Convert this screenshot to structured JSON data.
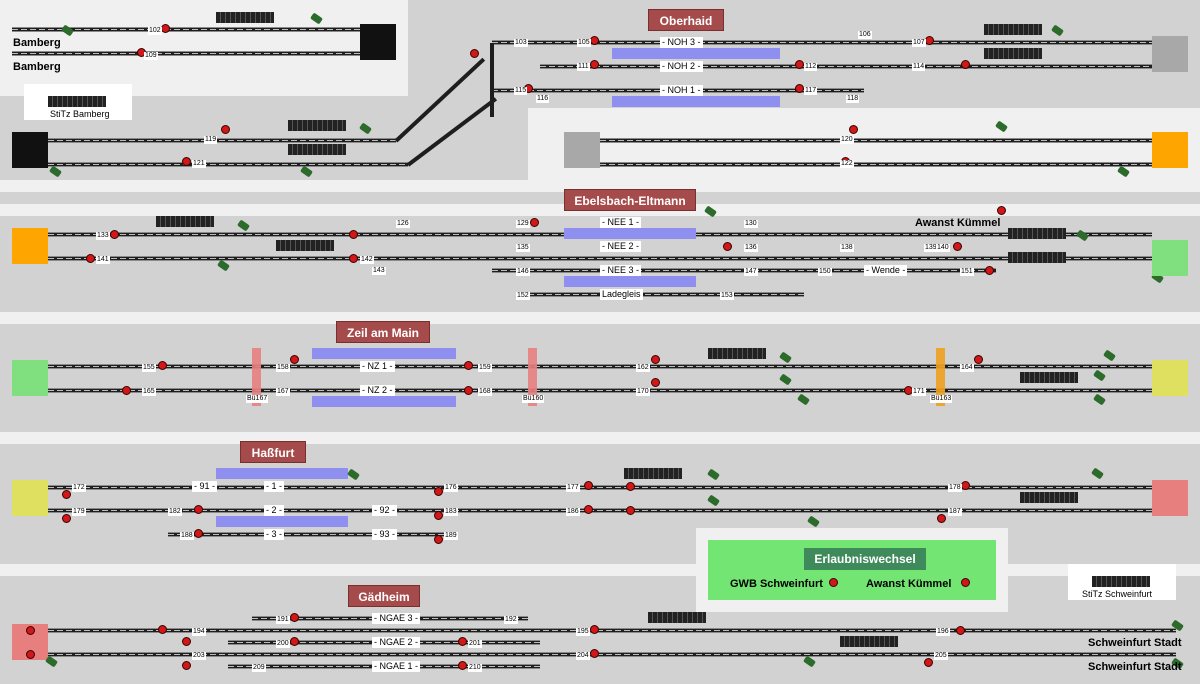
{
  "stations": {
    "oberhaid": "Oberhaid",
    "ebelsbach": "Ebelsbach-Eltmann",
    "zeil": "Zeil am Main",
    "hassfurt": "Haßfurt",
    "gaedheim": "Gädheim"
  },
  "bamberg_labels": [
    "Bamberg",
    "Bamberg"
  ],
  "stitz_bamberg": "StiTz Bamberg",
  "stitz_schweinfurt": "StiTz Schweinfurt",
  "track_labels": {
    "noh3": "- NOH 3 -",
    "noh2": "- NOH 2 -",
    "noh1": "- NOH 1 -",
    "nee1": "- NEE 1 -",
    "nee2": "- NEE 2 -",
    "nee3": "- NEE 3 -",
    "wende": "- Wende -",
    "ladegleis": "Ladegleis",
    "nz1": "- NZ 1 -",
    "nz2": "- NZ 2 -",
    "h91": "- 91 -",
    "h1": "- 1 -",
    "h2": "- 2 -",
    "h92": "- 92 -",
    "h3": "- 3 -",
    "h93": "- 93 -",
    "ngae3": "- NGAE 3 -",
    "ngae2": "- NGAE 2 -",
    "ngae1": "- NGAE 1 -"
  },
  "awanst_kuemmel": "Awanst Kümmel",
  "erlaubniswechsel": {
    "title": "Erlaubniswechsel",
    "left": "GWB Schweinfurt",
    "right": "Awanst Kümmel"
  },
  "schweinfurt_labels": [
    "Schweinfurt Stadt",
    "Schweinfurt Stadt"
  ],
  "signal_numbers": {
    "s102": "102",
    "s109": "109",
    "s103": "103",
    "s105": "105",
    "s111": "111",
    "s115": "115",
    "s116": "116",
    "s106": "106",
    "s107": "107",
    "s112": "112",
    "s117": "117",
    "s114": "114",
    "s118": "118",
    "s119": "119",
    "s121": "121",
    "s120": "120",
    "s122": "122",
    "s126": "126",
    "s133": "133",
    "s141": "141",
    "s142": "142",
    "s143": "143",
    "s129": "129",
    "s135": "135",
    "s146": "146",
    "s130": "130",
    "s136": "136",
    "s147": "147",
    "s138": "138",
    "s139": "139",
    "s140": "140",
    "s150": "150",
    "s151": "151",
    "s152": "152",
    "s153": "153",
    "s155": "155",
    "s165": "165",
    "s158": "158",
    "s167": "167",
    "s159": "159",
    "s168": "168",
    "s162": "162",
    "s170": "170",
    "s164": "164",
    "s171": "171",
    "bue167": "Bü167",
    "bue160": "Bü160",
    "bue163": "Bü163",
    "s172": "172",
    "s179": "179",
    "s182": "182",
    "s188": "188",
    "s176": "176",
    "s183": "183",
    "s189": "189",
    "s177": "177",
    "s186": "186",
    "s178": "178",
    "s187": "187",
    "s194": "194",
    "s203": "203",
    "s200": "200",
    "s209": "209",
    "s191": "191",
    "s201": "201",
    "s210": "210",
    "s192": "192",
    "s195": "195",
    "s204": "204",
    "s196": "196",
    "s205": "205"
  },
  "colors": {
    "background": "#d2d2d2",
    "band": "#f0f0f0",
    "title": "#a64b4b",
    "signal_red": "#d01818",
    "platform": "#8f8ff0",
    "erlaubnis_bg": "#73e573",
    "exit_orange": "#ffa500",
    "exit_green": "#80e080",
    "exit_yellow": "#e0e060",
    "exit_red": "#e87f7f",
    "exit_grey": "#a8a8a8",
    "exit_black": "#111111"
  },
  "icons": [
    "signal-icon",
    "switch-icon",
    "block-indicator-icon",
    "track-end-icon"
  ]
}
